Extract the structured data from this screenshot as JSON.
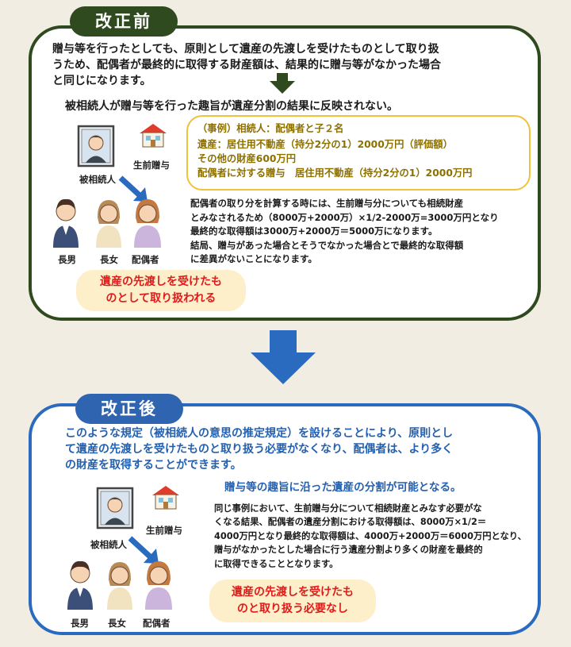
{
  "before": {
    "title": "改正前",
    "intro": [
      "贈与等を行ったとしても、原則として遺産の先渡しを受けたものとして取り扱",
      "うため、配偶者が最終的に取得する財産額は、結果的に贈与等がなかった場合",
      "と同じになります。"
    ],
    "headline": "被相続人が贈与等を行った趣旨が遺産分割の結果に反映されない。",
    "case_lines": [
      "（事例）相続人：配偶者と子２名",
      "遺産：居住用不動産（持分2分の1）2000万円（評価額）",
      "その他の財産600万円",
      "配偶者に対する贈与　居住用不動産（持分2分の1）2000万円"
    ],
    "explanation": [
      "配偶者の取り分を計算する時には、生前贈与分についても相続財産",
      "とみなされるため（8000万+2000万）×1/2-2000万=3000万円となり",
      "最終的な取得額は3000万+2000万＝5000万になります。",
      "結局、贈与があった場合とそうでなかった場合とで最終的な取得額",
      "に差異がないことになります。"
    ],
    "bubble": [
      "遺産の先渡しを受けたも",
      "のとして取り扱われる"
    ]
  },
  "after": {
    "title": "改正後",
    "intro": [
      "このような規定（被相続人の意思の推定規定）を設けることにより、原則とし",
      "て遺産の先渡しを受けたものと取り扱う必要がなくなり、配偶者は、より多く",
      "の財産を取得することができます。"
    ],
    "headline": "贈与等の趣旨に沿った遺産の分割が可能となる。",
    "explanation": [
      "同じ事例において、生前贈与分について相続財産とみなす必要がな",
      "くなる結果、配偶者の遺産分割における取得額は、8000万×1/2＝",
      "4000万円となり最終的な取得額は、4000万+2000万＝6000万円となり、",
      "贈与がなかったとした場合に行う遺産分割より多くの財産を最終的",
      "に取得できることとなります。"
    ],
    "bubble": [
      "遺産の先渡しを受けたも",
      "のと取り扱う必要なし"
    ]
  },
  "labels": {
    "deceased": "被相続人",
    "gift": "生前贈与",
    "son": "長男",
    "daughter": "長女",
    "spouse": "配偶者"
  },
  "colors": {
    "before_accent": "#2f4a1e",
    "after_accent": "#2f64b1",
    "arrow_blue": "#2a6bbf",
    "highlight_red": "#e01b1b",
    "case_border": "#f0c23a",
    "bubble_fill": "#fcefc9"
  }
}
